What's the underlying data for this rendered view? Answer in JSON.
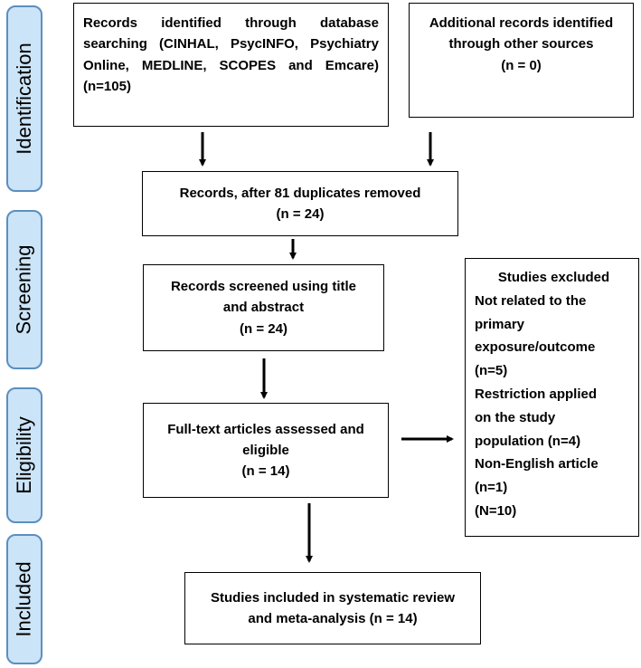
{
  "stages": {
    "identification": "Identification",
    "screening": "Screening",
    "eligibility": "Eligibility",
    "included": "Included"
  },
  "boxes": {
    "database": "Records identified through database searching (CINHAL, PsycINFO, Psychiatry Online, MEDLINE, SCOPES and Emcare) (n=105)",
    "additional": {
      "lines": [
        "Additional records identified",
        "through other sources",
        "(n = 0)"
      ]
    },
    "duplicates": {
      "lines": [
        "Records, after 81 duplicates removed",
        "(n = 24)"
      ]
    },
    "screened": {
      "lines": [
        "Records screened using title",
        "and abstract",
        "(n = 24)"
      ]
    },
    "fulltext": {
      "lines": [
        "Full-text articles assessed and",
        "eligible",
        "(n = 14)"
      ]
    },
    "excluded": {
      "title": "Studies excluded",
      "lines": [
        "Not related to the",
        "primary",
        "exposure/outcome",
        "(n=5)",
        "Restriction applied",
        "on the study",
        "population (n=4)",
        "Non-English article",
        "(n=1)",
        "(N=10)"
      ]
    },
    "included": {
      "lines": [
        "Studies included in systematic review",
        "and meta-analysis (n = 14)"
      ]
    }
  }
}
